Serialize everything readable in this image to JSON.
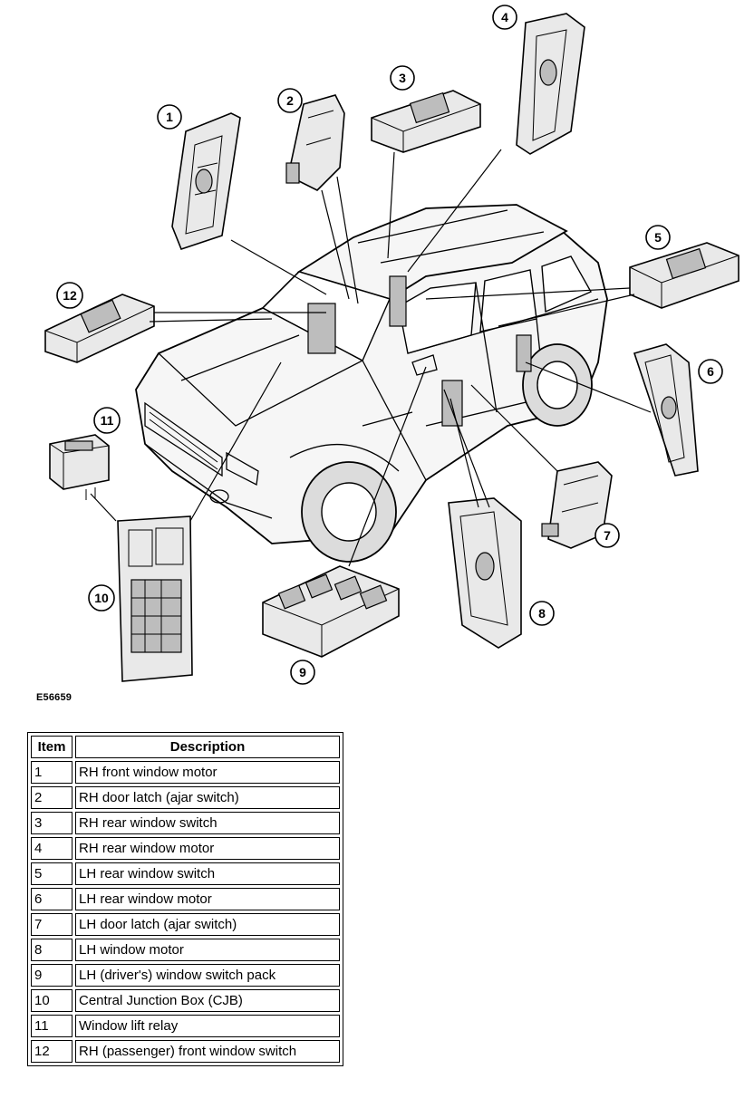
{
  "diagram": {
    "callouts": [
      {
        "label": "1"
      },
      {
        "label": "2"
      },
      {
        "label": "3"
      },
      {
        "label": "4"
      },
      {
        "label": "5"
      },
      {
        "label": "6"
      },
      {
        "label": "7"
      },
      {
        "label": "8"
      },
      {
        "label": "9"
      },
      {
        "label": "10"
      },
      {
        "label": "11"
      },
      {
        "label": "12"
      }
    ],
    "figure_id": "E56659"
  },
  "legend": {
    "header_item": "Item",
    "header_description": "Description",
    "rows": [
      {
        "item": "1",
        "description": "RH front window motor"
      },
      {
        "item": "2",
        "description": "RH door latch (ajar switch)"
      },
      {
        "item": "3",
        "description": "RH rear window switch"
      },
      {
        "item": "4",
        "description": "RH rear window motor"
      },
      {
        "item": "5",
        "description": "LH rear window switch"
      },
      {
        "item": "6",
        "description": "LH rear window motor"
      },
      {
        "item": "7",
        "description": "LH door latch (ajar switch)"
      },
      {
        "item": "8",
        "description": "LH window motor"
      },
      {
        "item": "9",
        "description": "LH (driver's) window switch pack"
      },
      {
        "item": "10",
        "description": "Central Junction Box (CJB)"
      },
      {
        "item": "11",
        "description": "Window lift relay"
      },
      {
        "item": "12",
        "description": "RH (passenger) front window switch"
      }
    ]
  }
}
